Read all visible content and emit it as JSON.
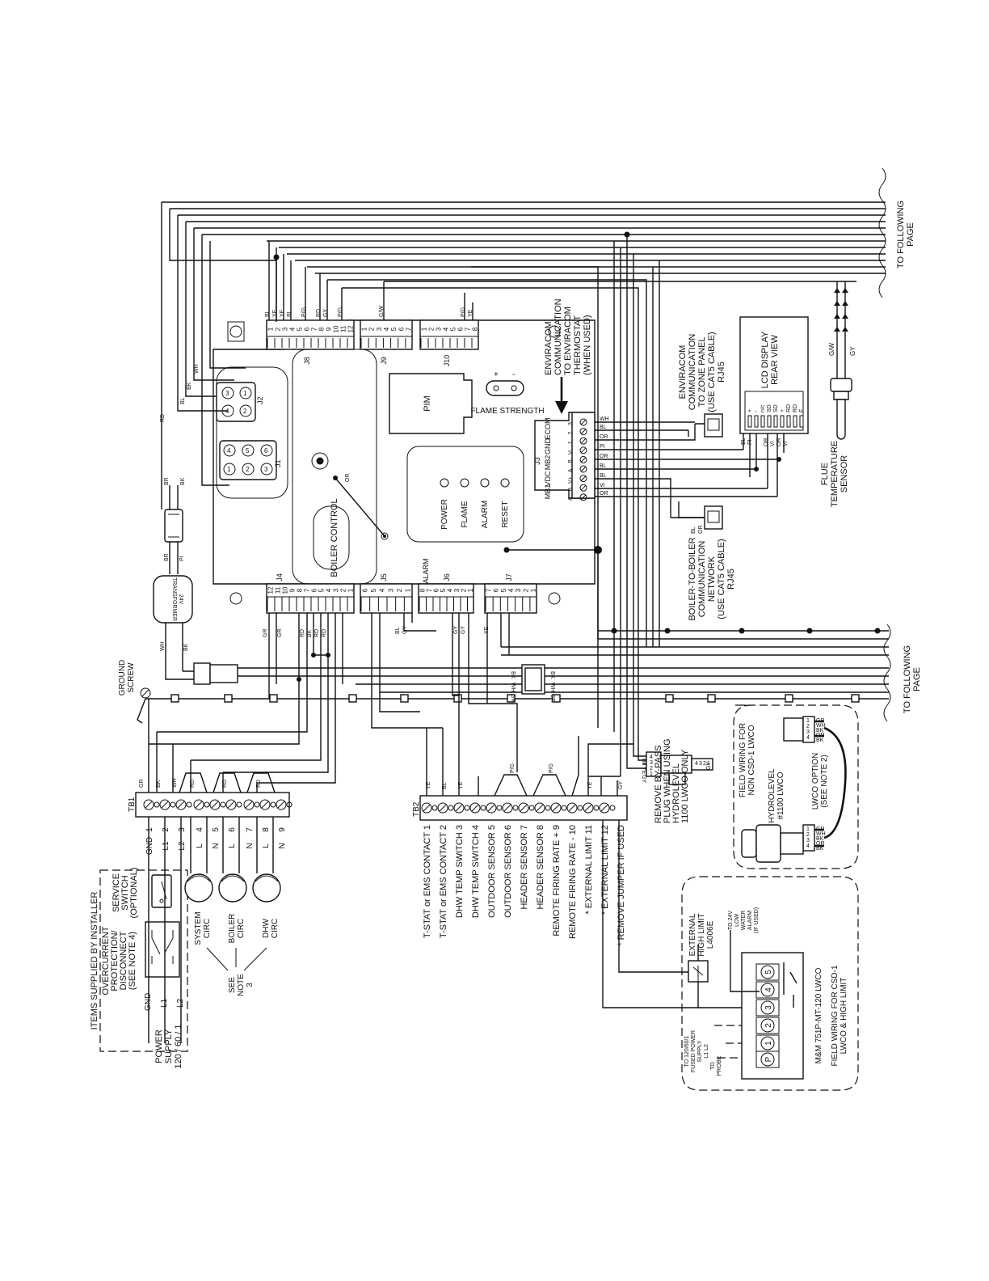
{
  "board": {
    "boiler_control": "BOILER CONTROL",
    "pim": "PIM",
    "flame_strength": "FLAME STRENGTH",
    "plus": "+",
    "minus": "-",
    "leds": [
      "POWER",
      "FLAME",
      "ALARM",
      "RESET"
    ],
    "alarm_label": "ALARM",
    "j1": "J1",
    "j2": "J2",
    "j3": "J3",
    "j4": "J4",
    "j5": "J5",
    "j6": "J6",
    "j7": "J7",
    "j8": "J8",
    "j9": "J9",
    "j10": "J10",
    "j3_labels": [
      "ECOM",
      "GND",
      "MB2",
      "VDC",
      "MB1"
    ],
    "j3_pins": [
      "3",
      "2",
      "1",
      "V-",
      "B",
      "A",
      "V+",
      "B",
      "A"
    ]
  },
  "wire_colors": {
    "j8": [
      "BL",
      "YE",
      "YE",
      "BL",
      "P/G",
      "RD",
      "GY",
      "P/G"
    ],
    "j9": "G/W",
    "j10": [
      "P/G",
      "YE"
    ],
    "j2": [
      "WH",
      "BK",
      "BL"
    ],
    "j1": "OR",
    "j4": [
      "GR",
      "GR",
      "RD",
      "BK",
      "RD",
      "RD"
    ],
    "j5": [
      "BL",
      "GY"
    ],
    "j6": [
      "GY",
      "GY",
      "YE"
    ],
    "j3": [
      "WH",
      "BL",
      "OR",
      "PI",
      "OR",
      "BL",
      "BL",
      "VI",
      "OR"
    ],
    "transformer": [
      "RD",
      "BK",
      "BR",
      "BK",
      "BR",
      "PI",
      "WH",
      "BK"
    ],
    "plug": [
      "BK",
      "WH",
      "GR",
      "BK",
      "WH",
      "GR"
    ],
    "tb1": [
      "GR",
      "BK",
      "WH",
      "RD",
      "RD",
      "RD"
    ],
    "tb2": [
      "YE",
      "BL",
      "YE",
      "P/G",
      "P/G",
      "YE",
      "GY"
    ],
    "lcd": [
      "BL",
      "PI",
      "OR",
      "VI",
      "OR",
      "VI"
    ],
    "bypass": [
      "BL",
      "GY",
      "YE",
      "GY",
      "GY"
    ],
    "sensor": [
      "G/W",
      "GY"
    ],
    "lwco": [
      "GR",
      "WH",
      "BK",
      "OR",
      "BK"
    ]
  },
  "labels": {
    "enviracom_thermostat": [
      "ENVIRACOM",
      "COMMUNICATION",
      "TO ENVIRACOM",
      "THERMOSTAT",
      "(WHEN USED)"
    ],
    "enviracom_zone": [
      "ENVIRACOM",
      "COMMUNICATION",
      "TO ZONE PANEL",
      "(USE CAT5 CABLE)",
      "RJ45"
    ],
    "boiler_to_boiler": [
      "BOILER-TO-BOILER",
      "COMMUNICATION",
      "NETWORK",
      "(USE CAT5 CABLE)",
      "RJ45"
    ],
    "lcd_display": [
      "LCD DISPLAY",
      "REAR VIEW"
    ],
    "lcd_pins": [
      "+",
      "-",
      "n/c",
      "SD",
      "SD",
      "+",
      "RD",
      "RD",
      "E"
    ],
    "flue_sensor": [
      "FLUE",
      "TEMPERATURE",
      "SENSOR"
    ],
    "to_following_page": [
      "TO FOLLOWING",
      "PAGE"
    ],
    "ground_screw": [
      "GROUND",
      "SCREW"
    ],
    "transformer": [
      "TRANSFORMER",
      "24V"
    ],
    "tb1": "TB1",
    "tb2": "TB2",
    "tb1_numbers": [
      "1",
      "2",
      "3",
      "4",
      "5",
      "6",
      "7",
      "8",
      "9"
    ],
    "tb1_terms": [
      "GND",
      "L1",
      "L2",
      "L",
      "N",
      "L",
      "N",
      "L",
      "N"
    ],
    "tb2_terms": [
      "T-STAT or EMS CONTACT  1",
      "T-STAT or EMS CONTACT  2",
      "DHW TEMP SWITCH  3",
      "DHW TEMP SWITCH  4",
      "OUTDOOR SENSOR  5",
      "OUTDOOR SENSOR  6",
      "HEADER SENSOR  7",
      "HEADER SENSOR  8",
      "REMOTE FIRING RATE +  9",
      "REMOTE FIRING RATE -  10",
      "* EXTERNAL LIMIT  11",
      "* EXTERNAL LIMIT  12",
      "* REMOVE JUMPER IF USED"
    ],
    "items_supplied": "ITEMS SUPPLIED BY INSTALLER",
    "overcurrent": [
      "OVERCURRENT",
      "PROTECTION/",
      "DISCONNECT",
      "(SEE NOTE 4)"
    ],
    "service_switch": [
      "SERVICE",
      "SWITCH",
      "(OPTIONAL)"
    ],
    "power_supply": [
      "POWER",
      "SUPPLY",
      "120 / 60 / 1"
    ],
    "supply_terms": [
      "GND",
      "L1",
      "L2"
    ],
    "circulators": [
      [
        "SYSTEM",
        "CIRC"
      ],
      [
        "BOILER",
        "CIRC"
      ],
      [
        "DHW",
        "CIRC"
      ]
    ],
    "see_note_3": [
      "SEE",
      "NOTE",
      "3"
    ],
    "bypass_plug": [
      "REMOVE BY-PASS",
      "PLUG WHEN USING",
      "HYDROLEVEL",
      "1100 LWCO ONLY"
    ],
    "bypass_pins": [
      "4",
      "3",
      "2",
      "1"
    ],
    "hydrolevel": [
      "HYDROLEVEL",
      "#1100 LWCO"
    ],
    "lwco_option": [
      "LWCO OPTION",
      "(SEE NOTE 2)"
    ],
    "field_wiring_non_csd": [
      "FIELD WIRING FOR",
      "NON CSD-1 LWCO"
    ],
    "external_high_limit": [
      "EXTERNAL",
      "HIGH LIMIT",
      "L4006E"
    ],
    "to_24v": [
      "TO 24V",
      "LOW",
      "WATER",
      "ALARM",
      "(IF USED)"
    ],
    "to_fused": [
      "TO 120/60/1",
      "FUSED POWER",
      "SUPPLY",
      "L1  L2"
    ],
    "to_probe": [
      "TO",
      "PROBE"
    ],
    "mm_lwco": "M&M 751P-MT-120 LWCO",
    "mm_terms": [
      "P",
      "1",
      "2",
      "3",
      "4",
      "5"
    ],
    "field_wiring_csd": [
      "FIELD WIRING FOR CSD-1",
      "LWCO & HIGH LIMIT"
    ]
  }
}
